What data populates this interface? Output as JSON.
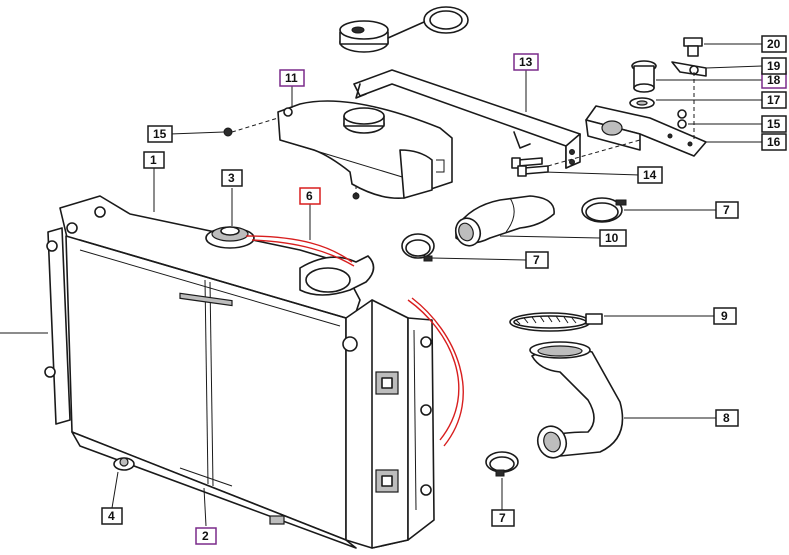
{
  "callouts": [
    {
      "id": "c1",
      "label": "1",
      "color": "#1a1a1a"
    },
    {
      "id": "c2",
      "label": "2",
      "color": "#7a2a8a"
    },
    {
      "id": "c3",
      "label": "3",
      "color": "#1a1a1a"
    },
    {
      "id": "c4",
      "label": "4",
      "color": "#1a1a1a"
    },
    {
      "id": "c6",
      "label": "6",
      "color": "#d81e1e"
    },
    {
      "id": "c7a",
      "label": "7",
      "color": "#1a1a1a"
    },
    {
      "id": "c7b",
      "label": "7",
      "color": "#1a1a1a"
    },
    {
      "id": "c7c",
      "label": "7",
      "color": "#1a1a1a"
    },
    {
      "id": "c8",
      "label": "8",
      "color": "#1a1a1a"
    },
    {
      "id": "c9",
      "label": "9",
      "color": "#1a1a1a"
    },
    {
      "id": "c10",
      "label": "10",
      "color": "#1a1a1a"
    },
    {
      "id": "c11",
      "label": "11",
      "color": "#7a2a8a"
    },
    {
      "id": "c13",
      "label": "13",
      "color": "#7a2a8a"
    },
    {
      "id": "c14",
      "label": "14",
      "color": "#1a1a1a"
    },
    {
      "id": "c15a",
      "label": "15",
      "color": "#1a1a1a"
    },
    {
      "id": "c15b",
      "label": "15",
      "color": "#1a1a1a"
    },
    {
      "id": "c16",
      "label": "16",
      "color": "#1a1a1a"
    },
    {
      "id": "c17",
      "label": "17",
      "color": "#1a1a1a"
    },
    {
      "id": "c18",
      "label": "18",
      "color": "#7a2a8a"
    },
    {
      "id": "c19",
      "label": "19",
      "color": "#1a1a1a"
    },
    {
      "id": "c20",
      "label": "20",
      "color": "#1a1a1a"
    }
  ],
  "colors": {
    "ink": "#1a1a1a",
    "hose": "#d81e1e",
    "highlight": "#7a2a8a"
  }
}
